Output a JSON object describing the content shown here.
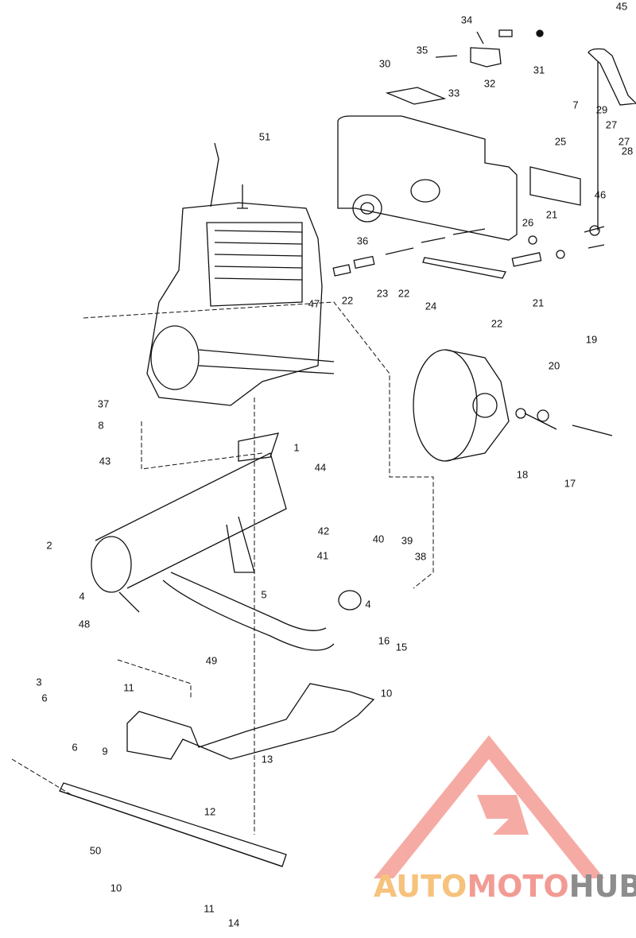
{
  "diagram": {
    "part_labels": [
      "45",
      "34",
      "31",
      "32",
      "33",
      "35",
      "30",
      "7",
      "29",
      "27",
      "27",
      "28",
      "25",
      "51",
      "26",
      "21",
      "46",
      "36",
      "22",
      "23",
      "22",
      "24",
      "21",
      "22",
      "47",
      "19",
      "20",
      "37",
      "8",
      "43",
      "18",
      "17",
      "1",
      "44",
      "42",
      "40",
      "39",
      "41",
      "38",
      "2",
      "5",
      "4",
      "4",
      "48",
      "16",
      "15",
      "3",
      "49",
      "6",
      "11",
      "6",
      "10",
      "9",
      "13",
      "12",
      "50",
      "10",
      "11",
      "14"
    ]
  },
  "watermark": {
    "part1": "AUTO",
    "part2": "MOTO",
    "part3": "HUB",
    "colors": {
      "auto": "#f6c27c",
      "moto": "#f29b94",
      "hub": "#8d8d8d"
    }
  }
}
